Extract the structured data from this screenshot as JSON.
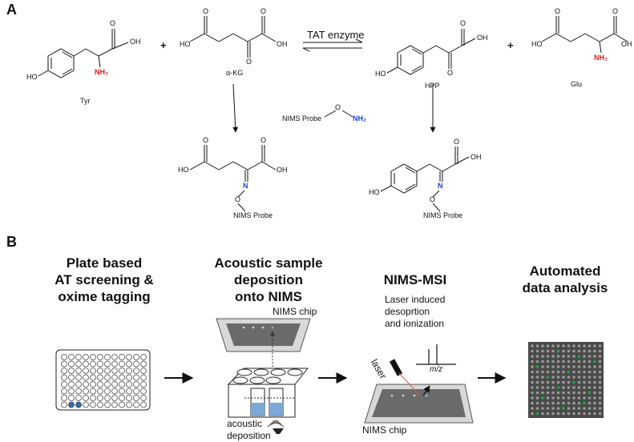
{
  "panel_a": {
    "label": "A",
    "compounds": {
      "tyr": {
        "name": "Tyr",
        "ho": "HO",
        "oh": "OH",
        "o": "O",
        "nh2": "NH₂"
      },
      "akg": {
        "name": "α-KG",
        "ho": "HO",
        "oh": "OH",
        "o1": "O",
        "o2": "O",
        "o3": "O"
      },
      "hpp": {
        "name": "HPP",
        "ho": "HO",
        "oh": "OH",
        "o1": "O",
        "o2": "O"
      },
      "glu": {
        "name": "Glu",
        "ho": "HO",
        "oh": "OH",
        "o1": "O",
        "o2": "O",
        "nh2": "NH₂"
      },
      "akg_oxime": {
        "ho": "HO",
        "oh": "OH",
        "o1": "O",
        "o2": "O",
        "n": "N",
        "o3": "O",
        "probe": "NIMS Probe"
      },
      "hpp_oxime": {
        "ho": "HO",
        "oh": "OH",
        "o1": "O",
        "n": "N",
        "o3": "O",
        "probe": "NIMS Probe"
      }
    },
    "plus": "+",
    "enzyme": "TAT enzyme",
    "probe": {
      "name": "NIMS Probe",
      "o": "O",
      "nh2": "NH₂"
    }
  },
  "panel_b": {
    "label": "B",
    "step1_title": "Plate based\nAT screening &\noxime tagging",
    "step2_title": "Acoustic sample\ndeposition\nonto NIMS",
    "step3_title": "NIMS-MSI",
    "step4_title": "Automated\ndata analysis",
    "nims_chip_label_top": "NIMS chip",
    "acoustic_label": "acoustic\ndeposition",
    "laser_note": "Laser induced\ndesoprtion\nand ionization",
    "laser_label": "laser",
    "mz_label": "m/z",
    "nims_chip_label_bottom": "NIMS chip"
  },
  "colors": {
    "nh2": "#d8201a",
    "probe_nh2": "#1b3fd6",
    "oxime_n": "#1b3fd6",
    "well_fill": "#2f6db0",
    "hit": "#1fa34a"
  }
}
